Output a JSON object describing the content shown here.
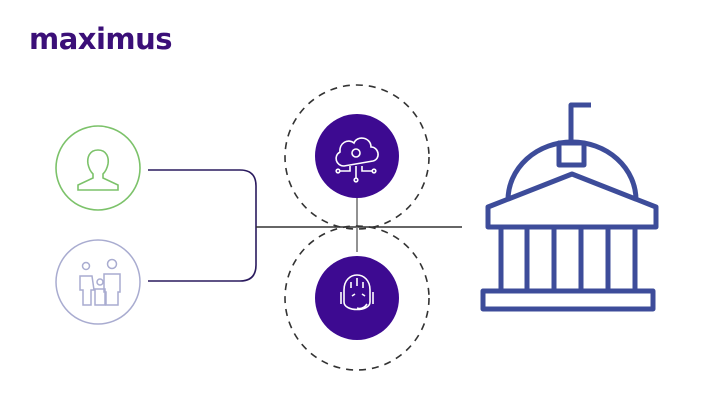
{
  "brand": {
    "name": "maximus",
    "color": "#3b0f78"
  },
  "diagram": {
    "nodes": [
      {
        "id": "individual",
        "icon": "person-icon",
        "color": "#7cc26a"
      },
      {
        "id": "family",
        "icon": "family-icon",
        "color": "#a9acd0"
      },
      {
        "id": "cloud-automation",
        "icon": "cloud-gear-icon",
        "color": "#3d0a91"
      },
      {
        "id": "ai-agent",
        "icon": "robot-headset-icon",
        "color": "#3d0a91"
      },
      {
        "id": "government",
        "icon": "government-building-icon",
        "color": "#3d4c9a"
      }
    ],
    "connector_color": "#2a1a5e"
  }
}
